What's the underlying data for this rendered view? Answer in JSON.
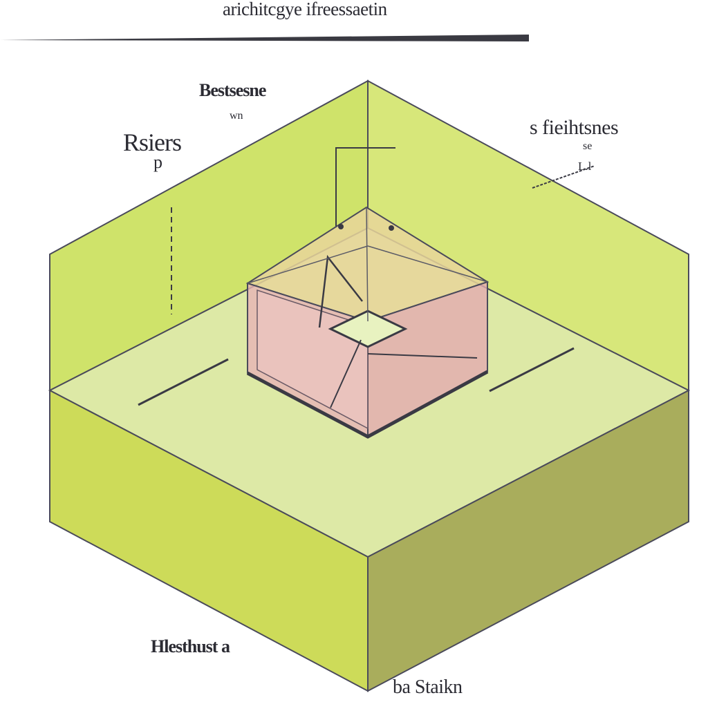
{
  "diagram": {
    "title": "arichitcgye ifreessaetin",
    "labels": {
      "top_left": "Bestsesne",
      "top_left_sub": "wn",
      "left": "Rsiers",
      "left_sub": "p",
      "right": "s fieihtsnes",
      "right_sub": "se",
      "right_sub2": "L.l",
      "bottom_left": "Hlesthust a",
      "bottom_right": "ba Staikn"
    },
    "colors": {
      "wall_left": "#cfe36a",
      "wall_right": "#d7e77a",
      "floor": "#dde9a6",
      "base_front": "#cddb59",
      "base_right": "#a9ad5c",
      "edge": "#4a4a5a",
      "glass_pink": "#e7b3b6",
      "glass_roof": "#e8d59a"
    }
  }
}
